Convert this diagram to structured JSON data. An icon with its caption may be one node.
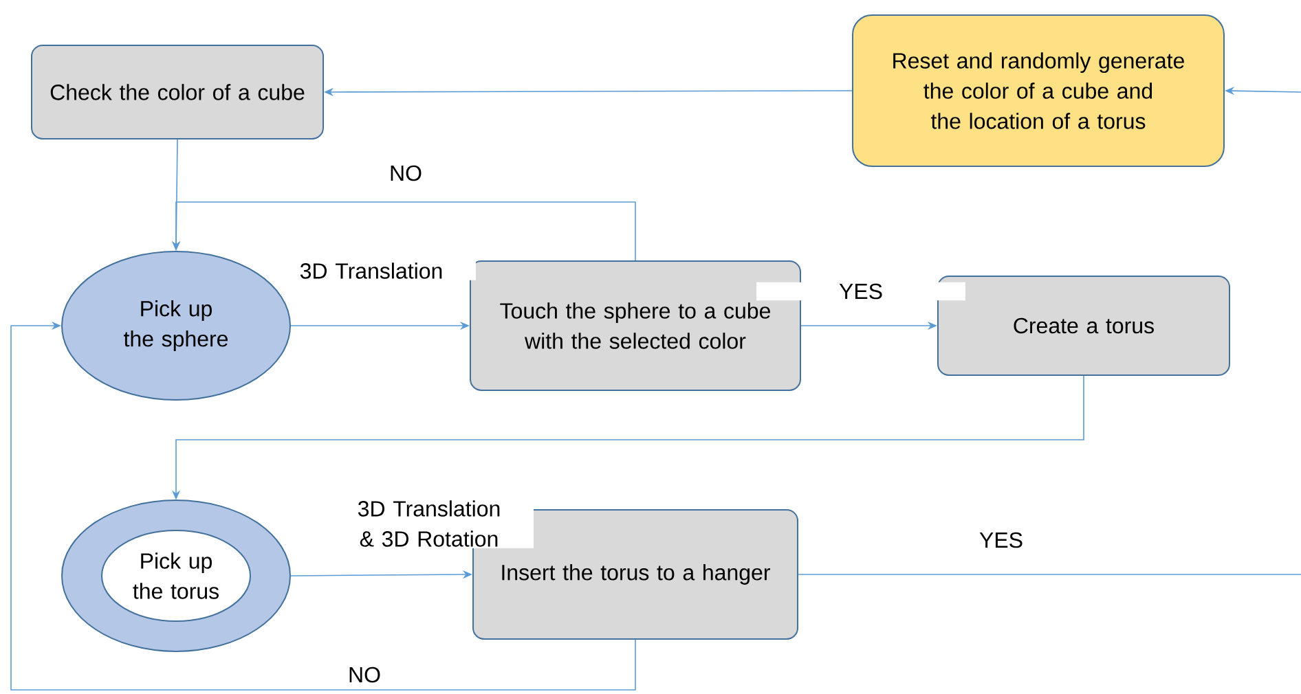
{
  "diagram": {
    "nodes": [
      {
        "text": [
          "Check the color of a cube"
        ]
      },
      {
        "text": [
          "Reset and randomly generate the color of a cube and the location of a torus"
        ]
      },
      {
        "text": [
          "Pick up the sphere"
        ]
      },
      {
        "text": [
          "Touch the sphere to a cube with the selected color"
        ]
      },
      {
        "text": [
          "Create a torus"
        ]
      },
      {
        "text": [
          "Pick up the torus"
        ]
      },
      {
        "text": [
          "Insert the torus to a hanger"
        ]
      }
    ],
    "edges": [
      {
        "from": null,
        "to": 1,
        "arrow": "to"
      },
      {
        "from": 1,
        "to": 0,
        "arrow": "to"
      },
      {
        "from": 0,
        "to": 2,
        "arrow": "to"
      },
      {
        "from": 2,
        "to": 3,
        "arrow": "to",
        "label": "3D Translation"
      },
      {
        "from": 3,
        "to": 4,
        "arrow": "to",
        "label": "YES"
      },
      {
        "from": 3,
        "to": 2,
        "arrow": "to",
        "label": "NO"
      },
      {
        "from": 4,
        "to": 5,
        "arrow": "to"
      },
      {
        "from": 5,
        "to": 6,
        "arrow": "to",
        "label": "3D Translation & 3D Rotation"
      },
      {
        "from": 6,
        "to": null,
        "arrow": "none",
        "label": "YES"
      },
      {
        "from": 6,
        "to": 2,
        "arrow": "to",
        "label": "NO"
      }
    ]
  }
}
